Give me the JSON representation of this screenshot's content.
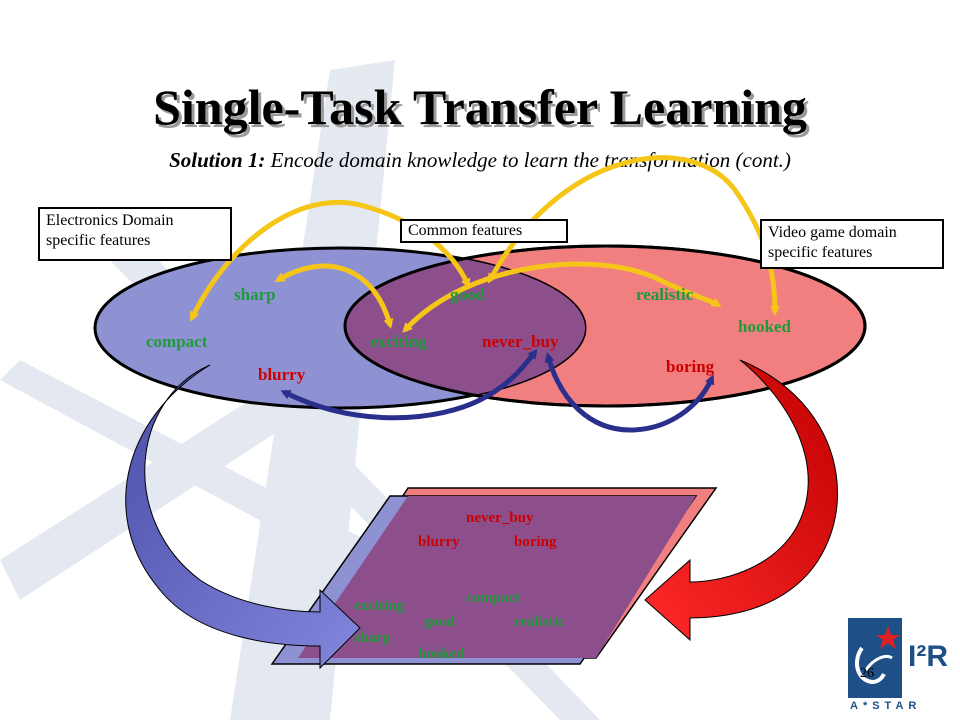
{
  "title": "Single-Task Transfer Learning",
  "subtitle": {
    "prefix": "Solution 1:",
    "text": "Encode domain knowledge to learn the transformation (cont.)"
  },
  "boxes": {
    "electronics": "Electronics Domain specific features",
    "common": "Common features",
    "videogame": "Video game domain specific features"
  },
  "words": {
    "sharp": "sharp",
    "good": "good",
    "realistic": "realistic",
    "compact": "compact",
    "exciting": "exciting",
    "never_buy": "never_buy",
    "hooked": "hooked",
    "blurry": "blurry",
    "boring": "boring"
  },
  "transformed": {
    "never_buy": "never_buy",
    "blurry": "blurry",
    "boring": "boring",
    "compact": "compact",
    "exciting": "exciting",
    "good": "good",
    "realistic": "realistic",
    "sharp": "sharp",
    "hooked": "hooked"
  },
  "page_number": "26",
  "logo": {
    "ir": "I²R",
    "astar": "A*STAR"
  },
  "colors": {
    "electronics_fill": "#8f92d2",
    "videogame_fill": "#f27f7f",
    "overlap_fill": "#8c4f8c",
    "positive_word": "#1f9a3a",
    "negative_word": "#cc0000",
    "positive_arrow": "#f5c518",
    "negative_arrow": "#2b2f8c"
  }
}
